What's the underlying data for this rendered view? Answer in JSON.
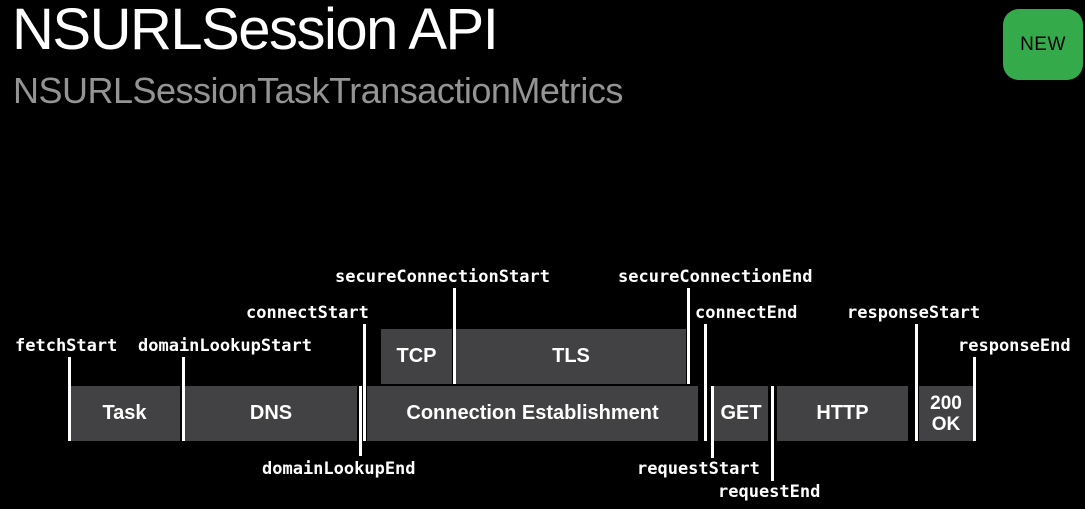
{
  "header": {
    "title": "NSURLSession API",
    "subtitle": "NSURLSessionTaskTransactionMetrics",
    "badge_label": "NEW"
  },
  "colors": {
    "background": "#000000",
    "title_text": "#ffffff",
    "subtitle_text": "#949494",
    "badge_background": "#35aa4b",
    "badge_text": "#000000",
    "segment_fill": "#424244",
    "segment_text": "#ffffff",
    "tick": "#ffffff",
    "event_label_text": "#ffffff"
  },
  "timeline": {
    "main_segments": [
      {
        "label": "Task"
      },
      {
        "label": "DNS"
      },
      {
        "label": "Connection Establishment"
      },
      {
        "label": "GET"
      },
      {
        "label": "HTTP"
      },
      {
        "label": "200 OK",
        "lines": [
          "200",
          "OK"
        ]
      }
    ],
    "sub_segments": [
      {
        "label": "TCP"
      },
      {
        "label": "TLS"
      }
    ],
    "events": [
      {
        "name": "fetchStart",
        "label": "fetchStart"
      },
      {
        "name": "domainLookupStart",
        "label": "domainLookupStart"
      },
      {
        "name": "domainLookupEnd",
        "label": "domainLookupEnd"
      },
      {
        "name": "connectStart",
        "label": "connectStart"
      },
      {
        "name": "secureConnectionStart",
        "label": "secureConnectionStart"
      },
      {
        "name": "secureConnectionEnd",
        "label": "secureConnectionEnd"
      },
      {
        "name": "connectEnd",
        "label": "connectEnd"
      },
      {
        "name": "requestStart",
        "label": "requestStart"
      },
      {
        "name": "requestEnd",
        "label": "requestEnd"
      },
      {
        "name": "responseStart",
        "label": "responseStart"
      },
      {
        "name": "responseEnd",
        "label": "responseEnd"
      }
    ]
  }
}
